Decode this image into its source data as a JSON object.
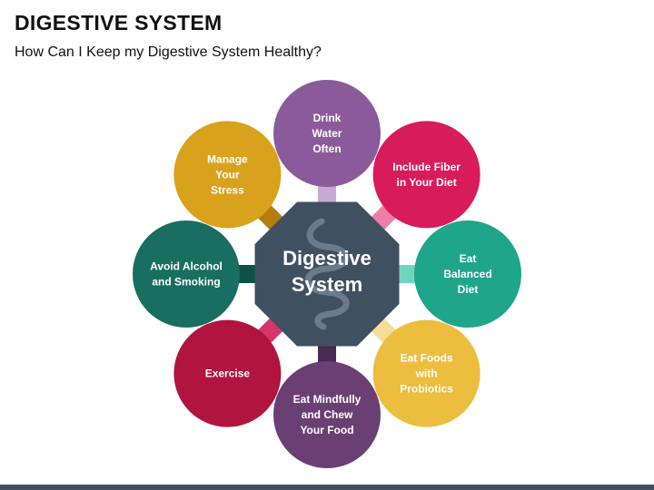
{
  "header": {
    "title": "DIGESTIVE SYSTEM",
    "subtitle": "How Can I Keep my Digestive System Healthy?"
  },
  "center": {
    "lines": [
      "Digestive",
      "System"
    ],
    "color": "#3f5061",
    "icon": "intestine-icon"
  },
  "nodes": [
    {
      "id": "drink-water",
      "lines": [
        "Drink",
        "Water",
        "Often"
      ],
      "color": "#8b5a9a",
      "connector": "#c9a9d4"
    },
    {
      "id": "include-fiber",
      "lines": [
        "Include Fiber",
        "in Your Diet"
      ],
      "color": "#d81b5a",
      "connector": "#ec7fa3"
    },
    {
      "id": "balanced-diet",
      "lines": [
        "Eat",
        "Balanced",
        "Diet"
      ],
      "color": "#1fa58a",
      "connector": "#6fd6bd"
    },
    {
      "id": "probiotics",
      "lines": [
        "Eat Foods",
        "with",
        "Probiotics"
      ],
      "color": "#ecbd3f",
      "connector": "#f5dc99"
    },
    {
      "id": "eat-mindfully",
      "lines": [
        "Eat Mindfully",
        "and Chew",
        "Your Food"
      ],
      "color": "#6a3f73",
      "connector": "#4a2a52"
    },
    {
      "id": "exercise",
      "lines": [
        "Exercise"
      ],
      "color": "#b0143f",
      "connector": "#d6346a"
    },
    {
      "id": "avoid-alcohol",
      "lines": [
        "Avoid Alcohol",
        "and Smoking"
      ],
      "color": "#176e61",
      "connector": "#0f5048"
    },
    {
      "id": "manage-stress",
      "lines": [
        "Manage",
        "Your",
        "Stress"
      ],
      "color": "#d9a21c",
      "connector": "#b37d10"
    }
  ],
  "colors": {
    "bottom_bar": "#3f5061"
  }
}
